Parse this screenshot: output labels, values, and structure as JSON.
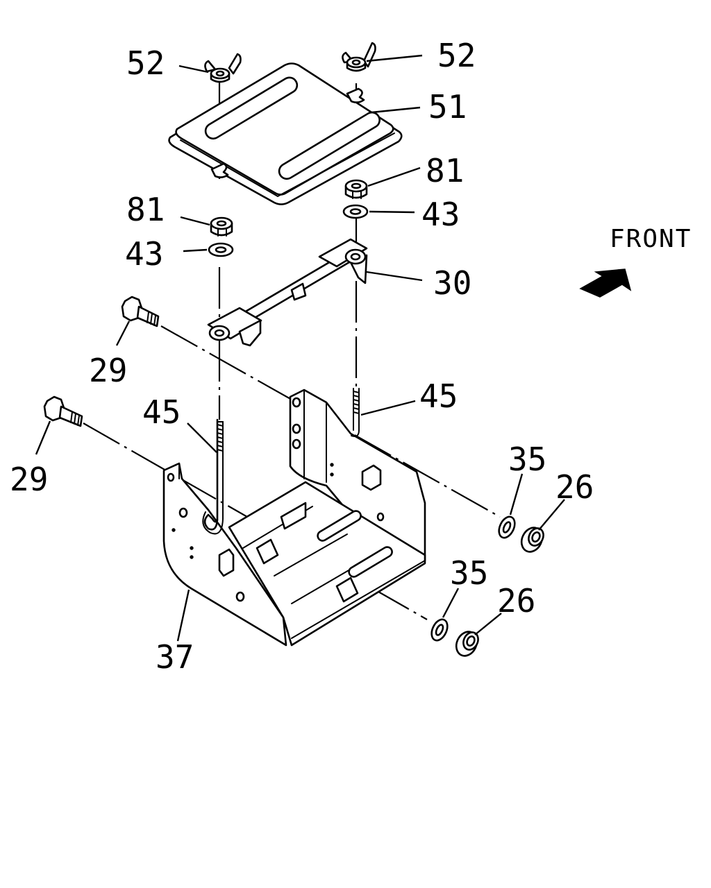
{
  "diagram": {
    "orientation_label": "FRONT",
    "orientation_icon": "arrow-icon",
    "callouts": [
      {
        "id": "c52a",
        "text": "52"
      },
      {
        "id": "c52b",
        "text": "52"
      },
      {
        "id": "c51",
        "text": "51"
      },
      {
        "id": "c81a",
        "text": "81"
      },
      {
        "id": "c81b",
        "text": "81"
      },
      {
        "id": "c43a",
        "text": "43"
      },
      {
        "id": "c43b",
        "text": "43"
      },
      {
        "id": "c30",
        "text": "30"
      },
      {
        "id": "c29a",
        "text": "29"
      },
      {
        "id": "c29b",
        "text": "29"
      },
      {
        "id": "c45a",
        "text": "45"
      },
      {
        "id": "c45b",
        "text": "45"
      },
      {
        "id": "c35a",
        "text": "35"
      },
      {
        "id": "c35b",
        "text": "35"
      },
      {
        "id": "c26a",
        "text": "26"
      },
      {
        "id": "c26b",
        "text": "26"
      },
      {
        "id": "c37",
        "text": "37"
      }
    ]
  }
}
